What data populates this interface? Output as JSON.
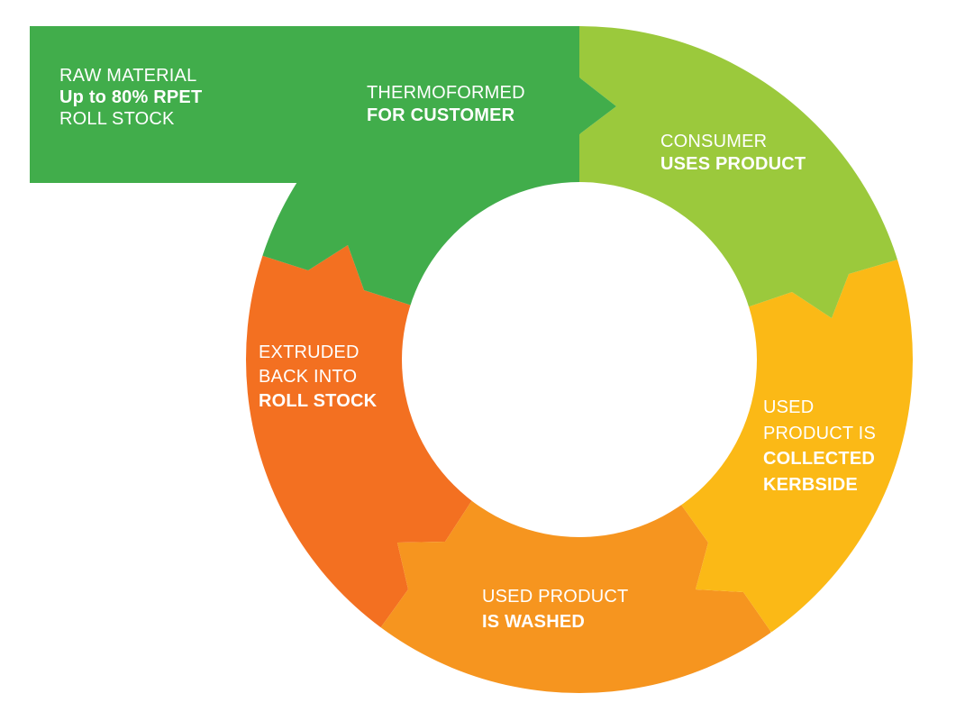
{
  "title": "RPET closed-loop recycling cycle",
  "colors": {
    "dark_green": "#41AD4B",
    "light_green": "#9BC93C",
    "yellow": "#FBB916",
    "orange": "#F6951F",
    "red_orange": "#F37021",
    "text": "#FFFFFF",
    "background": "#FFFFFF"
  },
  "stages": [
    {
      "id": "raw-material",
      "lines": [
        {
          "text": "RAW MATERIAL",
          "bold": false
        },
        {
          "text": "Up to 80% RPET",
          "bold": true
        },
        {
          "text": "ROLL STOCK",
          "bold": false
        }
      ]
    },
    {
      "id": "thermoformed",
      "lines": [
        {
          "text": "THERMOFORMED",
          "bold": false
        },
        {
          "text": "FOR CUSTOMER",
          "bold": true
        }
      ]
    },
    {
      "id": "consumer",
      "lines": [
        {
          "text": "CONSUMER",
          "bold": false
        },
        {
          "text": "USES PRODUCT",
          "bold": true
        }
      ]
    },
    {
      "id": "collected",
      "lines": [
        {
          "text": "USED",
          "bold": false
        },
        {
          "text": "PRODUCT IS",
          "bold": false
        },
        {
          "text": "COLLECTED",
          "bold": true
        },
        {
          "text": "KERBSIDE",
          "bold": true
        }
      ]
    },
    {
      "id": "washed",
      "lines": [
        {
          "text": "USED PRODUCT",
          "bold": false
        },
        {
          "text": "IS WASHED",
          "bold": true
        }
      ]
    },
    {
      "id": "extruded",
      "lines": [
        {
          "text": "EXTRUDED",
          "bold": false
        },
        {
          "text": "BACK INTO",
          "bold": false
        },
        {
          "text": "ROLL STOCK",
          "bold": true
        }
      ]
    }
  ]
}
